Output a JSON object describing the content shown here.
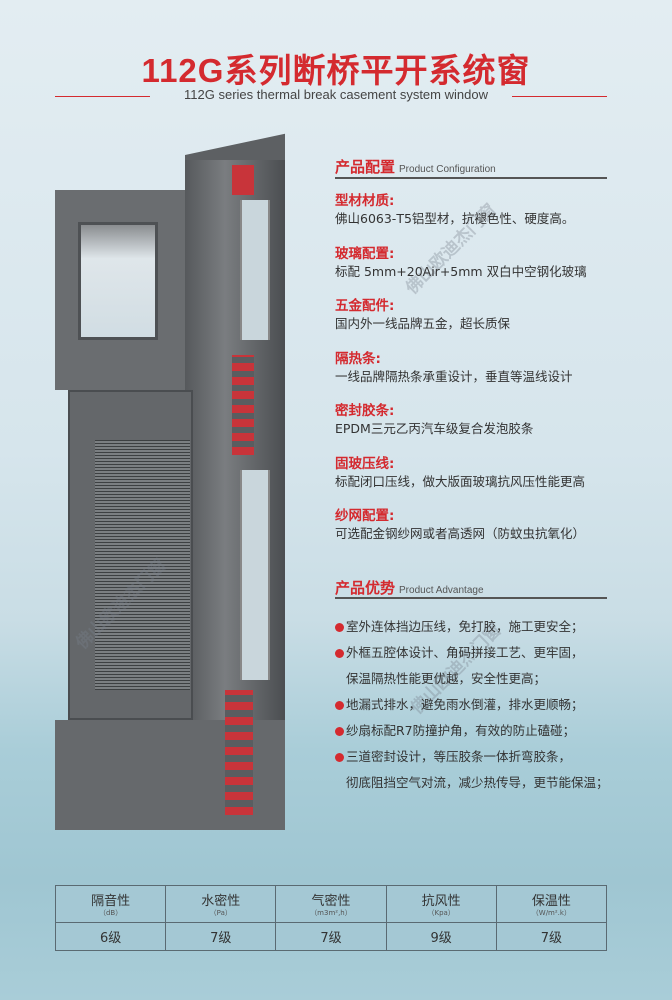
{
  "header": {
    "title": "112G系列断桥平开系统窗",
    "subtitle": "112G series thermal break casement system window"
  },
  "colors": {
    "accent": "#d42a2f",
    "text": "#333333",
    "table_bg": "#a4c8d4"
  },
  "configuration": {
    "title": "产品配置",
    "title_en": "Product Configuration",
    "items": [
      {
        "heading": "型材材质:",
        "body": "佛山6063-T5铝型材，抗褪色性、硬度高。"
      },
      {
        "heading": "玻璃配置:",
        "body": "标配 5mm+20Air+5mm  双白中空钢化玻璃"
      },
      {
        "heading": "五金配件:",
        "body": "国内外一线品牌五金，超长质保"
      },
      {
        "heading": "隔热条:",
        "body": "一线品牌隔热条承重设计，垂直等温线设计"
      },
      {
        "heading": "密封胶条:",
        "body": "EPDM三元乙丙汽车级复合发泡胶条"
      },
      {
        "heading": "固玻压线:",
        "body": "标配闭口压线，做大版面玻璃抗风压性能更高"
      },
      {
        "heading": "纱网配置:",
        "body": "可选配金钢纱网或者高透网（防蚊虫抗氧化）"
      }
    ]
  },
  "advantage": {
    "title": "产品优势",
    "title_en": "Product Advantage",
    "lines": [
      {
        "text": "室外连体挡边压线，免打胶，施工更安全；",
        "bullet": true
      },
      {
        "text": "外框五腔体设计、角码拼接工艺、更牢固，",
        "bullet": true
      },
      {
        "text": "保温隔热性能更优越，安全性更高；",
        "bullet": false
      },
      {
        "text": "地漏式排水，避免雨水倒灌，排水更顺畅；",
        "bullet": true
      },
      {
        "text": "纱扇标配R7防撞护角，有效的防止磕碰；",
        "bullet": true
      },
      {
        "text": "三道密封设计，等压胶条一体折弯胶条，",
        "bullet": true
      },
      {
        "text": "彻底阻挡空气对流，减少热传导，更节能保温；",
        "bullet": false
      }
    ]
  },
  "performance": {
    "columns": [
      {
        "name": "隔音性",
        "unit": "（dB）",
        "value": "6级"
      },
      {
        "name": "水密性",
        "unit": "（Pa）",
        "value": "7级"
      },
      {
        "name": "气密性",
        "unit": "（m3m²,h）",
        "value": "7级"
      },
      {
        "name": "抗风性",
        "unit": "（Kpa）",
        "value": "9级"
      },
      {
        "name": "保温性",
        "unit": "（W/m².k）",
        "value": "7级"
      }
    ]
  },
  "watermark": "佛山欧迪杰门窗"
}
